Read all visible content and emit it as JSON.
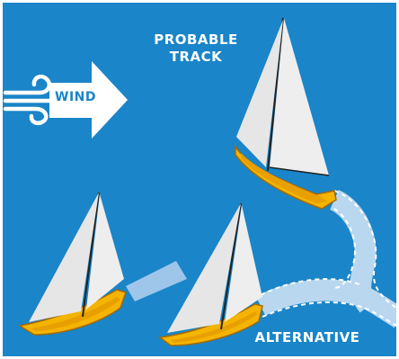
{
  "labels": {
    "probable_track_line1": "PROBABLE",
    "probable_track_line2": "TRACK",
    "alternative": "ALTERNATIVE",
    "wind": "WIND"
  },
  "colors": {
    "sea": "#1a85c8",
    "hull": "#f5b400",
    "hull_stroke": "#a46a00",
    "sail": "#e6e6e6",
    "track": "#b9d7ef",
    "text": "#ffffff"
  },
  "icons": {
    "wind": "wind-gust-icon",
    "arrow": "right-arrow-icon"
  }
}
